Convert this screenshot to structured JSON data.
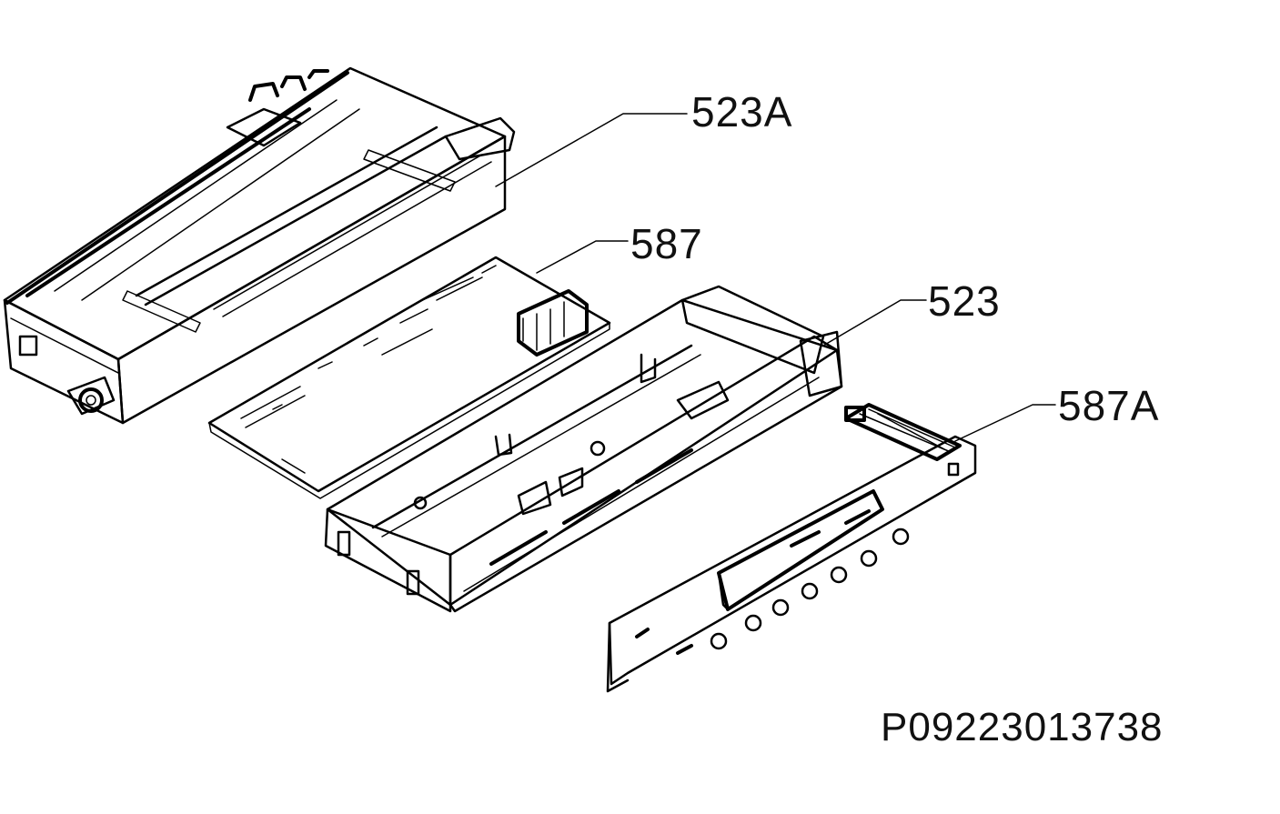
{
  "callouts": [
    {
      "id": "523A",
      "text": "523A"
    },
    {
      "id": "587",
      "text": "587"
    },
    {
      "id": "523",
      "text": "523"
    },
    {
      "id": "587A",
      "text": "587A"
    }
  ],
  "drawing_code": "P09223013738"
}
